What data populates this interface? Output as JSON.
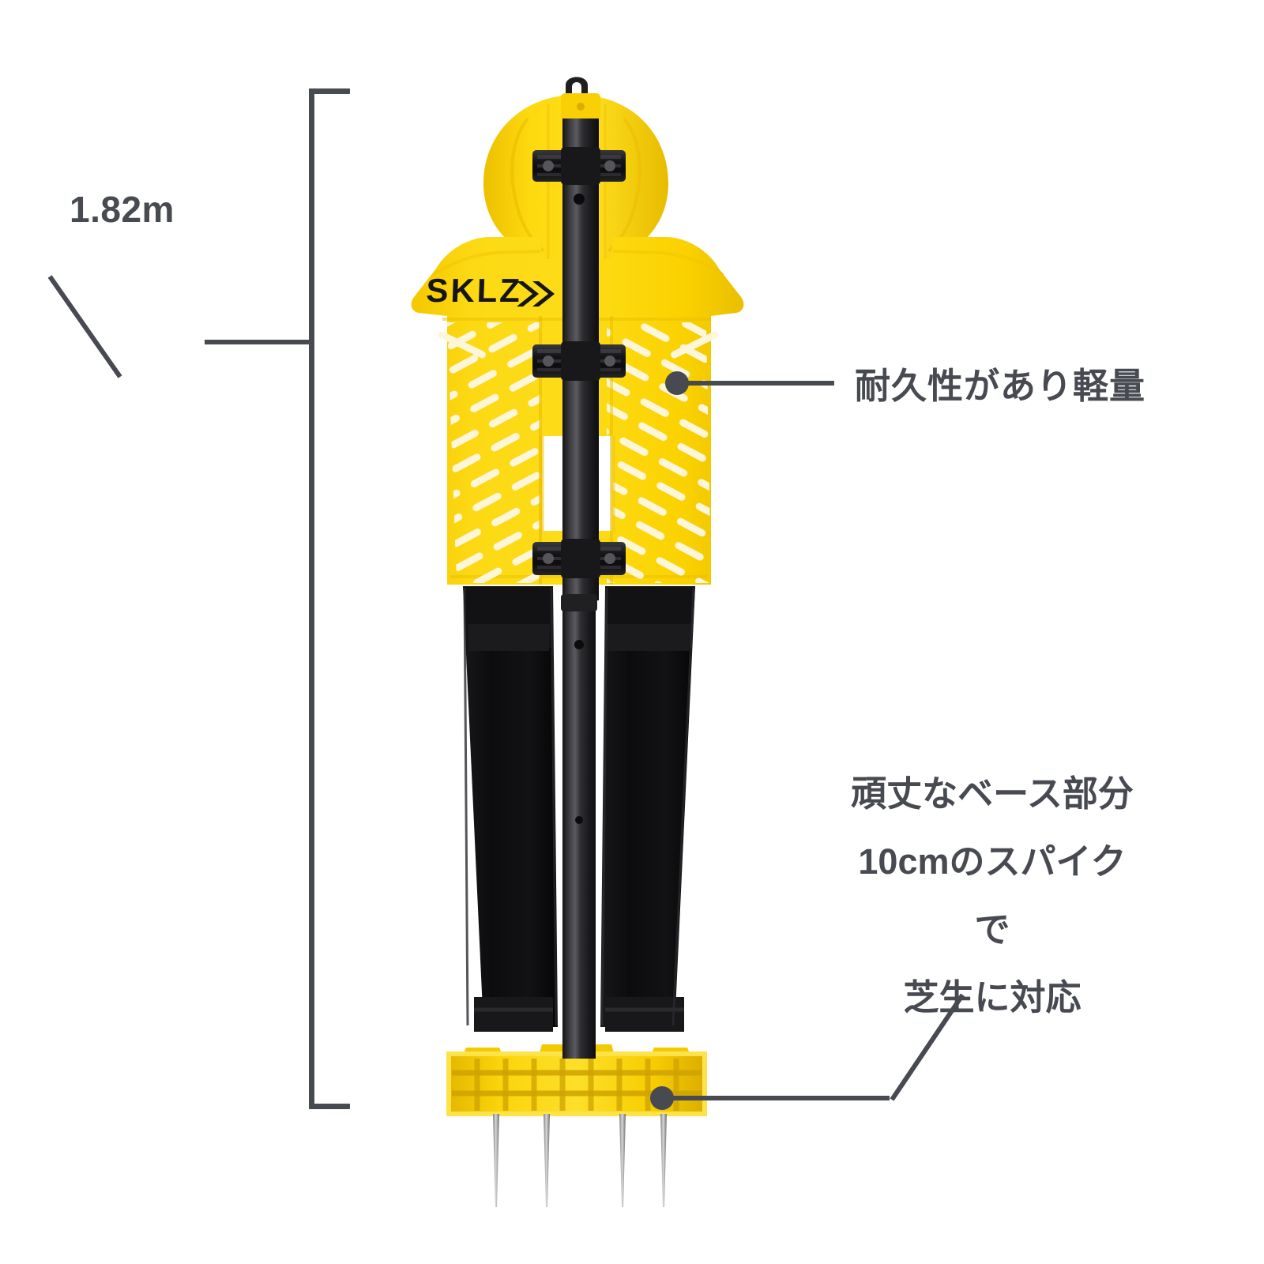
{
  "page": {
    "background_color": "#ffffff",
    "text_color": "#474a51",
    "accent_yellow": "#fcd405",
    "dark": "#2b2b2e"
  },
  "dimension": {
    "label": "1.82m",
    "name": "overall-height"
  },
  "callouts": [
    {
      "id": "durability",
      "text": "耐久性があり軽量",
      "anchor": "upper-torso-panel"
    },
    {
      "id": "base",
      "lines": [
        "頑丈なベース部分",
        "10cmのスパイクで",
        "芝生に対応"
      ],
      "anchor": "base-plate"
    }
  ],
  "product": {
    "brand": "SKLZ",
    "brand_mark": "chevron-double-right",
    "parts": {
      "head": "head-panel",
      "torso": "torso-panel",
      "pole": "center-pole",
      "legs": "padded-legs",
      "base": "spiked-base",
      "spikes": 4,
      "clamps": 3
    }
  }
}
